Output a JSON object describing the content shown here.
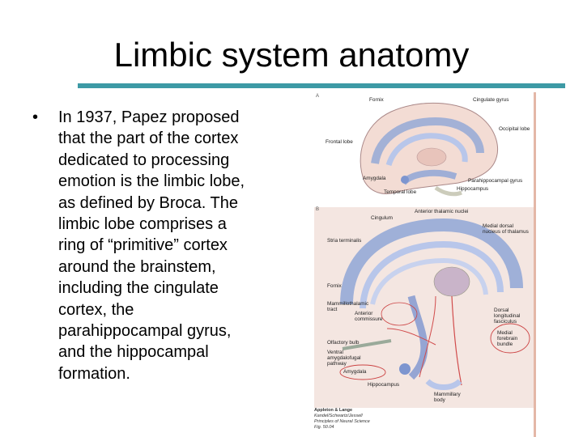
{
  "slide": {
    "title": "Limbic system anatomy",
    "bullet": "In 1937, Papez proposed\nthat the part of the cortex\ndedicated to processing\nemotion is the limbic lobe,\nas defined by Broca.  The\nlimbic lobe comprises a\nring of “primitive” cortex\naround the brainstem,\nincluding the cingulate\ncortex, the\nparahippocampal gyrus,\nand the hippocampal\nformation.",
    "bullet_symbol": "•"
  },
  "figure": {
    "panel_a": {
      "letter": "A",
      "labels": {
        "fornix": "Fornix",
        "cingulate_gyrus": "Cingulate gyrus",
        "occipital_lobe": "Occipital lobe",
        "frontal_lobe": "Frontal lobe",
        "amygdala": "Amygdala",
        "parahippocampal_gyrus": "Parahippocampal gyrus",
        "hippocampus": "Hippocampus",
        "temporal_lobe": "Temporal lobe"
      }
    },
    "panel_b": {
      "letter": "B",
      "labels": {
        "anterior_thalamic_nuclei": "Anterior thalamic nuclei",
        "cingulum": "Cingulum",
        "medial_dorsal_nucleus": "Medial dorsal\nnucleus of thalamus",
        "stria_terminalis": "Stria terminalis",
        "fornix": "Fornix",
        "mammillothalamic_tract": "Mammillothalamic\ntract",
        "anterior_commissure": "Anterior\ncommissure",
        "dorsal_longitudinal_fasciculus": "Dorsal\nlongitudinal\nfasciculus",
        "medial_forebrain_bundle": "Medial\nforebrain\nbundle",
        "olfactory_bulb": "Olfactory bulb",
        "ventral_amygdalofugal": "Ventral\namygdalofugal\npathway",
        "amygdala": "Amygdala",
        "hippocampus": "Hippocampus",
        "mammillary_body": "Mammillary\nbody"
      }
    },
    "credit": {
      "publisher": "Appleton & Lange",
      "authors": "Kandel/Schwartz/Jessell",
      "book": "Principles of Neural Science",
      "fig": "Fig. 50.04"
    }
  }
}
